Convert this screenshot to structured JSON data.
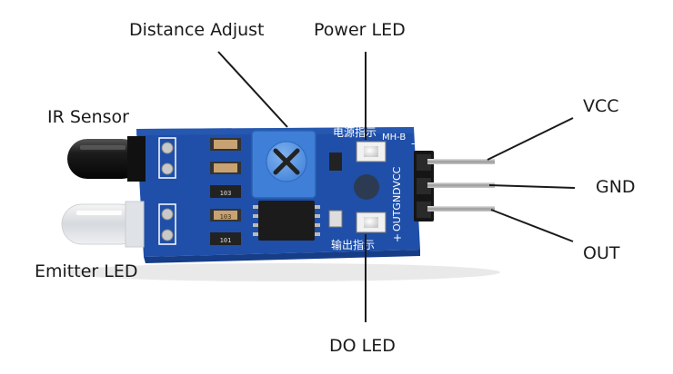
{
  "labels": {
    "distance_adjust": "Distance Adjust",
    "power_led": "Power LED",
    "ir_sensor": "IR Sensor",
    "vcc": "VCC",
    "gnd": "GND",
    "out": "OUT",
    "emitter_led": "Emitter LED",
    "do_led": "DO LED"
  },
  "board_text": {
    "power_indicator": "电源指示",
    "output_indicator": "输出指示",
    "model": "MH-B",
    "pins": "OUTGNDVCC",
    "minus": "-",
    "plus": "+",
    "res_codes": [
      "103",
      "103",
      "101"
    ]
  },
  "colors": {
    "board": "#1f4fa8",
    "board_dark": "#163d87",
    "pot": "#4d8fe0",
    "led": "#e8e8e8",
    "ir_black": "#1c1c1c",
    "pin_metal": "#a7a7a7",
    "pin_header": "#151515"
  }
}
